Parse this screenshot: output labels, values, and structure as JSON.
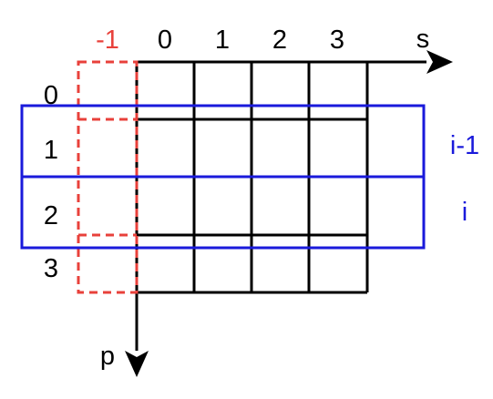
{
  "column_labels": [
    {
      "text": "-1",
      "color": "#e8413b",
      "style": "highlighted"
    },
    {
      "text": "0",
      "color": "#000000"
    },
    {
      "text": "1",
      "color": "#000000"
    },
    {
      "text": "2",
      "color": "#000000"
    },
    {
      "text": "3",
      "color": "#000000"
    }
  ],
  "row_labels": [
    "0",
    "1",
    "2",
    "3"
  ],
  "axes": {
    "horizontal": "s",
    "vertical": "p"
  },
  "bands": [
    {
      "text": "i-1",
      "color": "#1a1adb"
    },
    {
      "text": "i",
      "color": "#1a1adb"
    }
  ],
  "colors": {
    "grid": "#000000",
    "dashed_column": "#e8413b",
    "band_outline": "#1a1adb"
  }
}
